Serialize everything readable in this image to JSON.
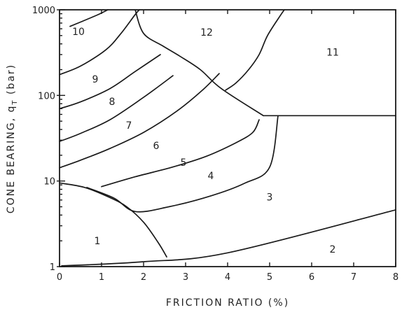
{
  "chart_data": {
    "type": "diagram",
    "xlabel": "FRICTION RATIO  (%)",
    "ylabel": "CONE BEARING, q_T (bar)",
    "xlim": [
      0,
      8
    ],
    "ylim": [
      1,
      1000
    ],
    "y_scale": "log",
    "x_ticks": [
      "0",
      "1",
      "2",
      "3",
      "4",
      "5",
      "6",
      "7",
      "8"
    ],
    "y_ticks": [
      {
        "value": 1,
        "label": "1"
      },
      {
        "value": 10,
        "label": "10"
      },
      {
        "value": 100,
        "label": "100"
      },
      {
        "value": 1000,
        "label": "1000"
      }
    ],
    "zones": [
      {
        "label": "1",
        "x": 0.9,
        "y": 2.0
      },
      {
        "label": "2",
        "x": 6.5,
        "y": 1.6
      },
      {
        "label": "3",
        "x": 5.0,
        "y": 6.5
      },
      {
        "label": "4",
        "x": 3.6,
        "y": 11.5
      },
      {
        "label": "5",
        "x": 2.95,
        "y": 16.5
      },
      {
        "label": "6",
        "x": 2.3,
        "y": 26
      },
      {
        "label": "7",
        "x": 1.65,
        "y": 45
      },
      {
        "label": "8",
        "x": 1.25,
        "y": 85
      },
      {
        "label": "9",
        "x": 0.85,
        "y": 155
      },
      {
        "label": "10",
        "x": 0.45,
        "y": 560
      },
      {
        "label": "11",
        "x": 6.5,
        "y": 320
      },
      {
        "label": "12",
        "x": 3.5,
        "y": 550
      }
    ],
    "boundaries": [
      {
        "name": "zone-1-top",
        "points": [
          [
            0,
            9.5
          ],
          [
            0.6,
            8.4
          ],
          [
            1.2,
            6.4
          ],
          [
            1.6,
            5.0
          ],
          [
            2.0,
            3.3
          ],
          [
            2.35,
            1.9
          ],
          [
            2.55,
            1.3
          ]
        ]
      },
      {
        "name": "zone-2-top",
        "points": [
          [
            0.05,
            1.02
          ],
          [
            2.0,
            1.14
          ],
          [
            4.0,
            1.45
          ],
          [
            8.0,
            4.6
          ]
        ]
      },
      {
        "name": "arc-2",
        "points": [
          [
            0,
            14.3
          ],
          [
            0.5,
            17.5
          ],
          [
            1.2,
            24
          ],
          [
            2.0,
            37
          ],
          [
            2.8,
            66
          ],
          [
            3.4,
            115
          ],
          [
            3.8,
            180
          ]
        ]
      },
      {
        "name": "arc-3",
        "points": [
          [
            0,
            29
          ],
          [
            0.5,
            36
          ],
          [
            1.2,
            52
          ],
          [
            2.0,
            95
          ],
          [
            2.7,
            170
          ]
        ]
      },
      {
        "name": "arc-4",
        "points": [
          [
            0,
            70
          ],
          [
            0.5,
            84
          ],
          [
            1.2,
            120
          ],
          [
            1.8,
            190
          ],
          [
            2.4,
            300
          ]
        ]
      },
      {
        "name": "arc-5",
        "points": [
          [
            0,
            175
          ],
          [
            0.5,
            220
          ],
          [
            1.1,
            340
          ],
          [
            1.45,
            520
          ],
          [
            1.8,
            880
          ],
          [
            1.9,
            1000
          ]
        ]
      },
      {
        "name": "arc-6",
        "points": [
          [
            1.15,
            1000
          ],
          [
            0.9,
            870
          ],
          [
            0.5,
            720
          ],
          [
            0.25,
            640
          ]
        ]
      },
      {
        "name": "zone-3-4",
        "points": [
          [
            0.65,
            8.4
          ],
          [
            1.3,
            6.3
          ],
          [
            1.8,
            4.4
          ],
          [
            2.6,
            5.0
          ],
          [
            3.6,
            6.7
          ],
          [
            4.4,
            9.4
          ],
          [
            5.0,
            14.5
          ],
          [
            5.2,
            58
          ]
        ]
      },
      {
        "name": "arc-1",
        "points": [
          [
            1.0,
            8.6
          ],
          [
            1.8,
            11.2
          ],
          [
            2.7,
            14.6
          ],
          [
            3.5,
            19.5
          ],
          [
            4.2,
            28
          ],
          [
            4.6,
            37
          ],
          [
            4.75,
            52
          ]
        ]
      },
      {
        "name": "zone-12-left",
        "points": [
          [
            1.8,
            1000
          ],
          [
            2.0,
            530
          ],
          [
            2.45,
            380
          ],
          [
            2.85,
            290
          ],
          [
            3.35,
            200
          ],
          [
            3.85,
            120
          ],
          [
            4.85,
            58
          ]
        ]
      },
      {
        "name": "zone-11-floor",
        "points": [
          [
            4.85,
            58
          ],
          [
            8.0,
            58
          ]
        ]
      },
      {
        "name": "zone-11-12",
        "points": [
          [
            3.95,
            115
          ],
          [
            4.2,
            140
          ],
          [
            4.5,
            200
          ],
          [
            4.75,
            300
          ],
          [
            4.95,
            500
          ],
          [
            5.25,
            850
          ],
          [
            5.35,
            1000
          ]
        ]
      }
    ],
    "grid": false,
    "legend": "none"
  }
}
